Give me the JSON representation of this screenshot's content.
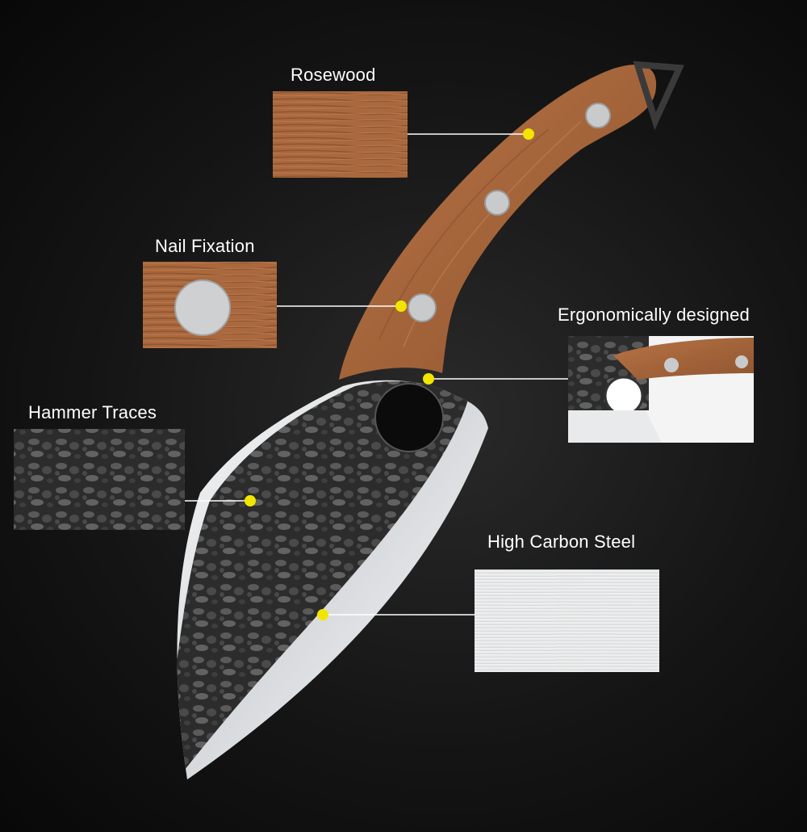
{
  "callouts": {
    "rosewood": "Rosewood",
    "nail_fixation": "Nail Fixation",
    "ergonomic": "Ergonomically designed",
    "hammer_traces": "Hammer Traces",
    "high_carbon": "High Carbon Steel"
  },
  "colors": {
    "background": "#111111",
    "wood": "#a8683d",
    "blade_steel": "#e6e8ea",
    "forged_black": "#2a2a2a",
    "dot_yellow": "#f2e600",
    "callout_line": "#ffffff"
  }
}
